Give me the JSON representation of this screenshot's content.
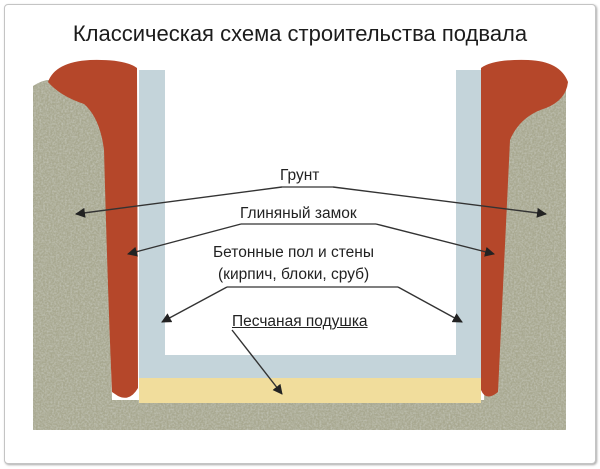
{
  "title": "Классическая схема строительства подвала",
  "labels": {
    "soil": "Грунт",
    "clay_lock": "Глиняный замок",
    "concrete_line1": "Бетонные пол и стены",
    "concrete_line2": "(кирпич, блоки, сруб)",
    "sand_cushion": "Песчаная подушка"
  },
  "colors": {
    "soil": "#a8a890",
    "clay": "#b5472a",
    "concrete": "#c4d4da",
    "sand": "#f1dd9c",
    "arrow": "#333333"
  }
}
